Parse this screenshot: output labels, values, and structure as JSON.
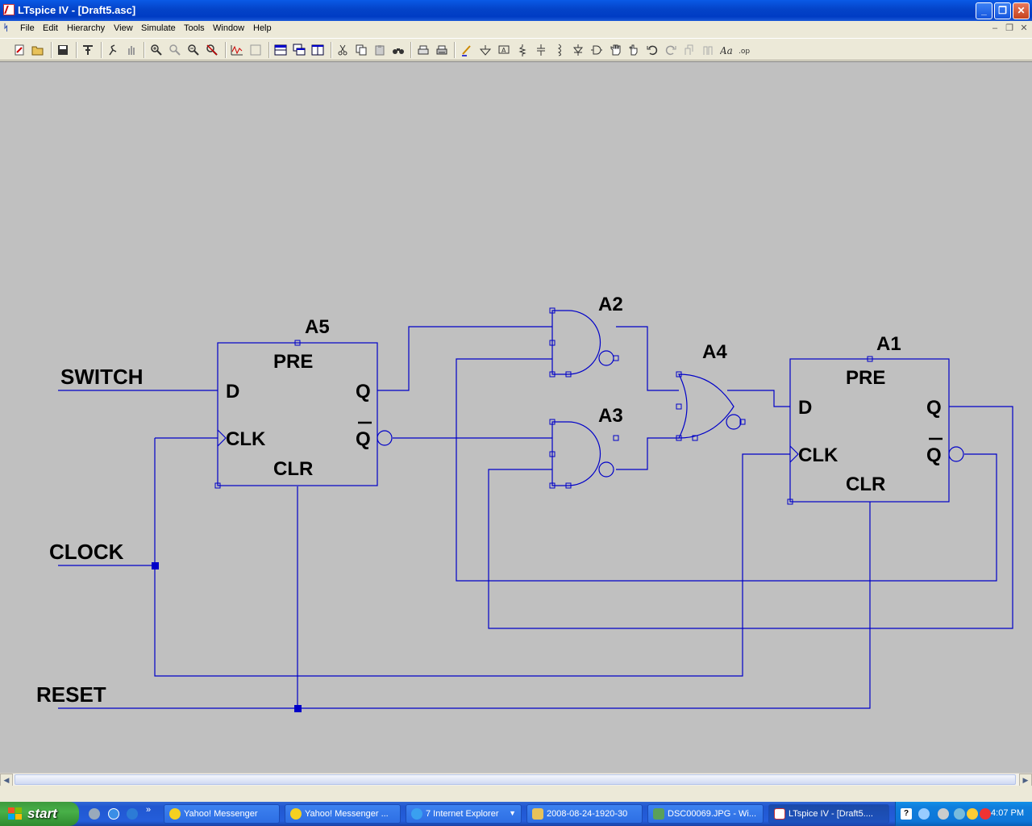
{
  "window": {
    "title": "LTspice IV - [Draft5.asc]"
  },
  "menu": [
    "File",
    "Edit",
    "Hierarchy",
    "View",
    "Simulate",
    "Tools",
    "Window",
    "Help"
  ],
  "schematic": {
    "net_labels": {
      "switch": "SWITCH",
      "clock": "CLOCK",
      "reset": "RESET"
    },
    "components": {
      "a5": {
        "name": "A5",
        "pre": "PRE",
        "d": "D",
        "q": "Q",
        "qbar": "Q",
        "clk": "CLK",
        "clr": "CLR"
      },
      "a1": {
        "name": "A1",
        "pre": "PRE",
        "d": "D",
        "q": "Q",
        "qbar": "Q",
        "clk": "CLK",
        "clr": "CLR"
      },
      "a2": {
        "name": "A2"
      },
      "a3": {
        "name": "A3"
      },
      "a4": {
        "name": "A4"
      }
    },
    "wire_color": "#0000c8"
  },
  "taskbar": {
    "start": "start",
    "tasks": [
      {
        "label": "Yahoo! Messenger",
        "icon": "yahoo-icon"
      },
      {
        "label": "Yahoo! Messenger ...",
        "icon": "yahoo-icon"
      },
      {
        "label": "7 Internet Explorer",
        "icon": "ie-icon"
      },
      {
        "label": "2008-08-24-1920-30",
        "icon": "folder-icon"
      },
      {
        "label": "DSC00069.JPG - Wi...",
        "icon": "image-icon"
      },
      {
        "label": "LTspice IV - [Draft5....",
        "icon": "ltspice-icon"
      }
    ],
    "clock": "4:07 PM"
  }
}
